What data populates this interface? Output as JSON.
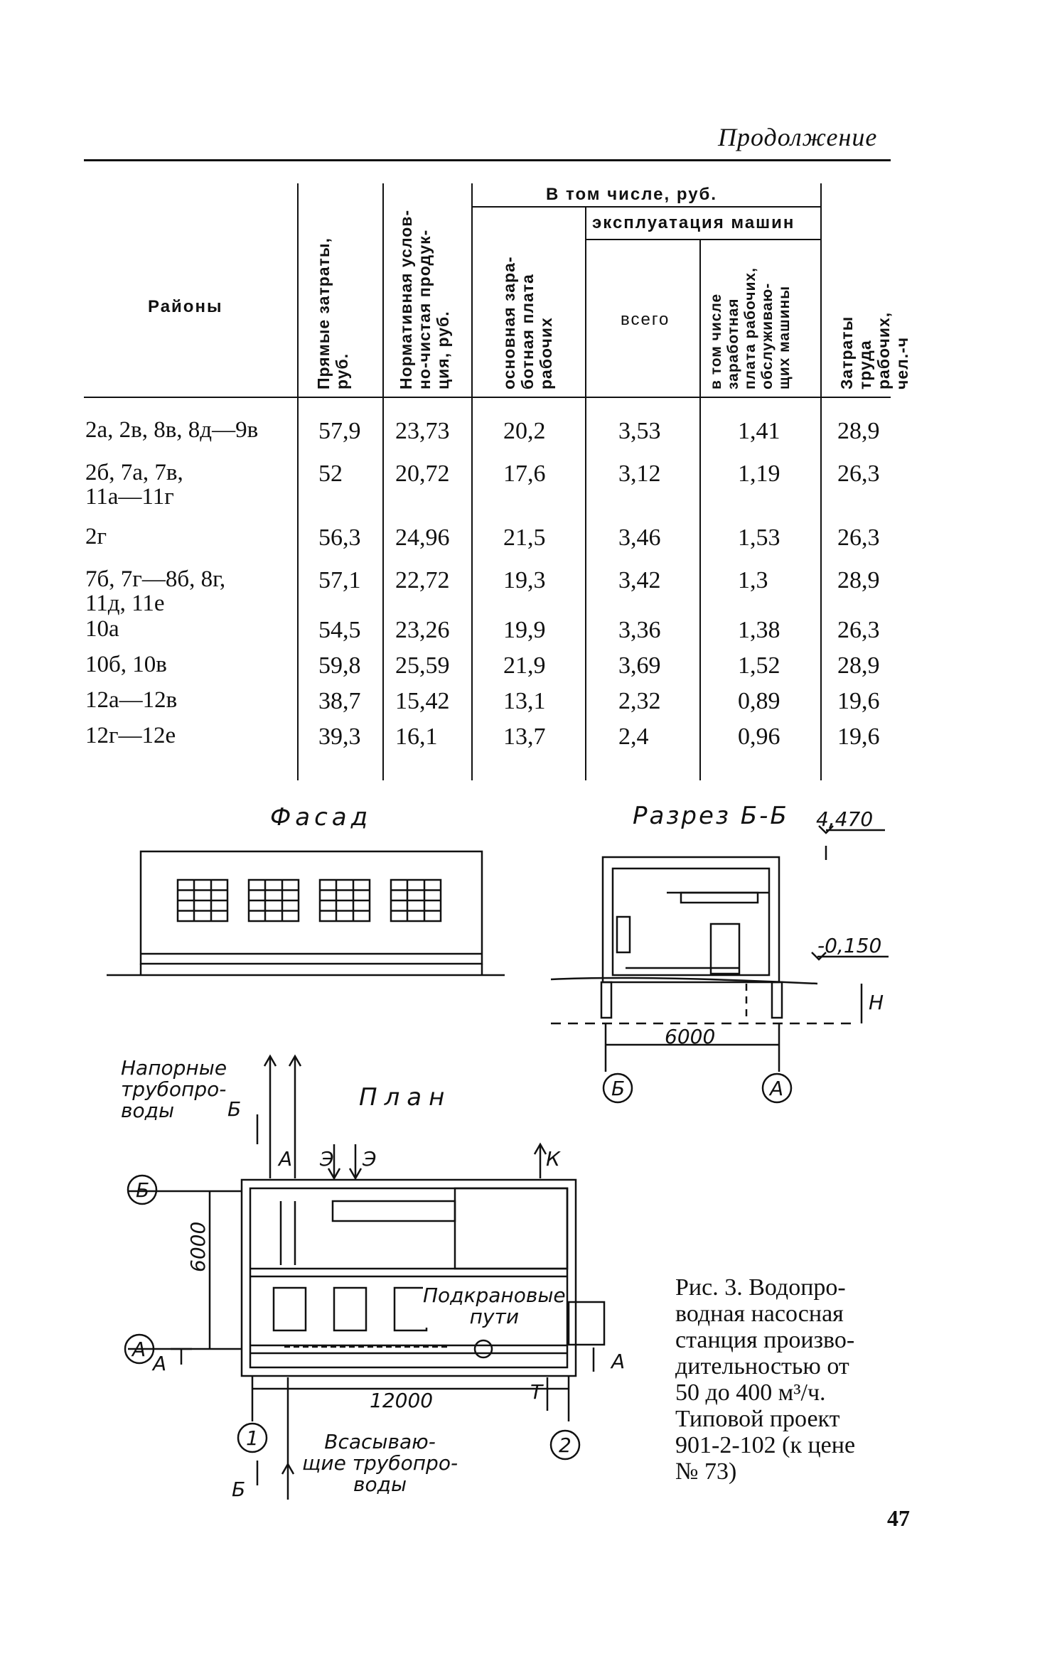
{
  "header": {
    "continuation": "Продолжение"
  },
  "table": {
    "headers": {
      "regions": "Районы",
      "direct_costs": "Прямые затраты,\nруб.",
      "normative": "Нормативная услов-\nно-чистая продук-\nция, руб.",
      "including": "В том числе, руб.",
      "base_wage": "основная зара-\nботная плата\nрабочих",
      "machines": "эксплуатация машин",
      "total": "всего",
      "machine_wage": "в том числе\nзаработная\nплата рабочих,\nобслуживаю-\nщих машины",
      "labor": "Затраты труда\nрабочих, чел.-ч"
    },
    "rows": [
      {
        "region": "2а, 2в, 8в, 8д—9в",
        "direct": "57,9",
        "normative": "23,73",
        "wage": "20,2",
        "total": "3,53",
        "mwage": "1,41",
        "labor": "28,9"
      },
      {
        "region": "2б, 7а, 7в,\n11а—11г",
        "direct": "52",
        "normative": "20,72",
        "wage": "17,6",
        "total": "3,12",
        "mwage": "1,19",
        "labor": "26,3"
      },
      {
        "region": "2г",
        "direct": "56,3",
        "normative": "24,96",
        "wage": "21,5",
        "total": "3,46",
        "mwage": "1,53",
        "labor": "26,3"
      },
      {
        "region": "7б, 7г—8б, 8г,\n11д, 11е",
        "direct": "57,1",
        "normative": "22,72",
        "wage": "19,3",
        "total": "3,42",
        "mwage": "1,3",
        "labor": "28,9"
      },
      {
        "region": "10а",
        "direct": "54,5",
        "normative": "23,26",
        "wage": "19,9",
        "total": "3,36",
        "mwage": "1,38",
        "labor": "26,3"
      },
      {
        "region": "10б, 10в",
        "direct": "59,8",
        "normative": "25,59",
        "wage": "21,9",
        "total": "3,69",
        "mwage": "1,52",
        "labor": "28,9"
      },
      {
        "region": "12а—12в",
        "direct": "38,7",
        "normative": "15,42",
        "wage": "13,1",
        "total": "2,32",
        "mwage": "0,89",
        "labor": "19,6"
      },
      {
        "region": "12г—12е",
        "direct": "39,3",
        "normative": "16,1",
        "wage": "13,7",
        "total": "2,4",
        "mwage": "0,96",
        "labor": "19,6"
      }
    ]
  },
  "drawings": {
    "facade_title": "Фасад",
    "section_title": "Разрез Б-Б",
    "plan_title": "План",
    "elev_top": "4,470",
    "elev_low": "-0,150",
    "h_mark": "H",
    "dim_6000": "6000",
    "dim_12000": "12000",
    "axis_b": "Б",
    "axis_a": "А",
    "axis_1": "1",
    "axis_2": "2",
    "pressure_pipes": "Напорные\nтрубопро-\nводы",
    "crane_tracks": "Подкрановые\nпути",
    "suction_pipes": "Всасываю-\nщие трубопро-\nводы",
    "mark_b": "Б",
    "mark_a": "А",
    "mark_e": "Э",
    "mark_k": "К",
    "mark_t": "Т"
  },
  "caption": "Рис. 3. Водопро-\nводная насосная\nстанция произво-\nдительностью от\n50 до 400 м³/ч.\nТиповой проект\n901-2-102 (к цене\n№ 73)",
  "page_number": "47"
}
